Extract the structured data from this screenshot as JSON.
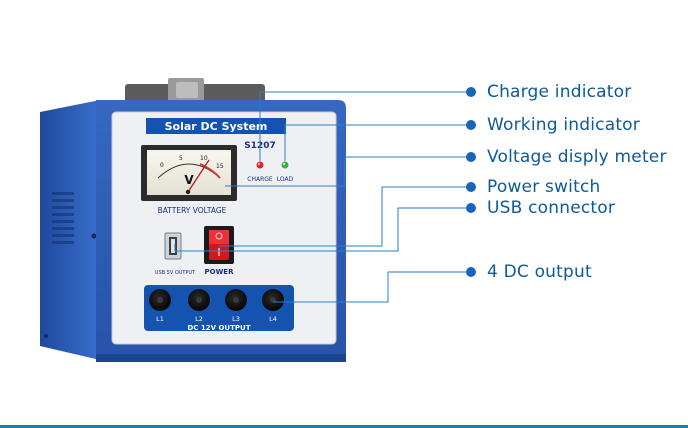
{
  "device": {
    "brand_title": "Solar DC System",
    "model": "S1207",
    "meter_unit": "V",
    "meter_scale": [
      "0",
      "5",
      "10",
      "15"
    ],
    "meter_caption": "BATTERY VOLTAGE",
    "led_charge_label": "CHARGE",
    "led_load_label": "LOAD",
    "usb_label": "USB 5V OUTPUT",
    "power_label": "POWER",
    "outputs": [
      "L1",
      "L2",
      "L3",
      "L4"
    ],
    "outputs_caption": "DC 12V OUTPUT"
  },
  "callouts": [
    {
      "id": "charge-indicator",
      "label": "Charge indicator"
    },
    {
      "id": "working-indicator",
      "label": "Working indicator"
    },
    {
      "id": "voltage-meter",
      "label": "Voltage disply meter"
    },
    {
      "id": "power-switch",
      "label": "Power switch"
    },
    {
      "id": "usb-connector",
      "label": "USB connector"
    },
    {
      "id": "dc-output",
      "label": "4 DC output"
    }
  ],
  "colors": {
    "accent": "#1565b8",
    "callout_text": "#0e5a96",
    "case_blue": "#2f5fb8",
    "panel": "#eef0f4"
  }
}
